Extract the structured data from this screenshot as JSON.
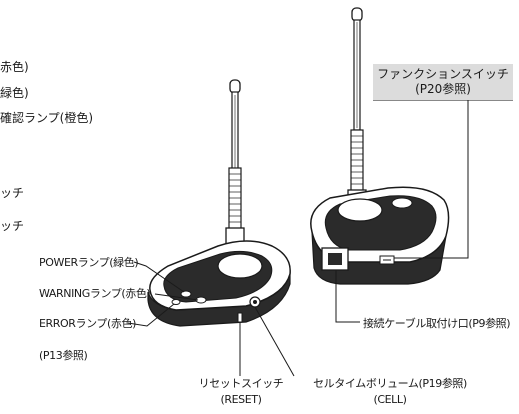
{
  "left_edge_labels": [
    "赤色)",
    "緑色)",
    "確認ランプ(橙色)",
    "ッチ",
    "ッチ"
  ],
  "device_left": {
    "power_lamp": "POWERランプ(緑色)",
    "warning_lamp": "WARNINGランプ(赤色)",
    "error_lamp": "ERRORランプ(赤色)",
    "ref_note": "(P13参照)"
  },
  "bottom": {
    "reset_switch": "リセットスイッチ",
    "reset_switch_sub": "(RESET)",
    "cell_volume": "セルタイムボリューム(P19参照)",
    "cell_volume_sub": "(CELL)"
  },
  "device_right": {
    "function_switch": "ファンクションスイッチ",
    "function_switch_ref": "(P20参照)",
    "cable_port": "接続ケーブル取付け口(P9参照)"
  },
  "colors": {
    "callout_bg": "#dcdcdc",
    "line": "#1a1a1a",
    "device_dark": "#2b2b2b",
    "device_light": "#ffffff"
  }
}
